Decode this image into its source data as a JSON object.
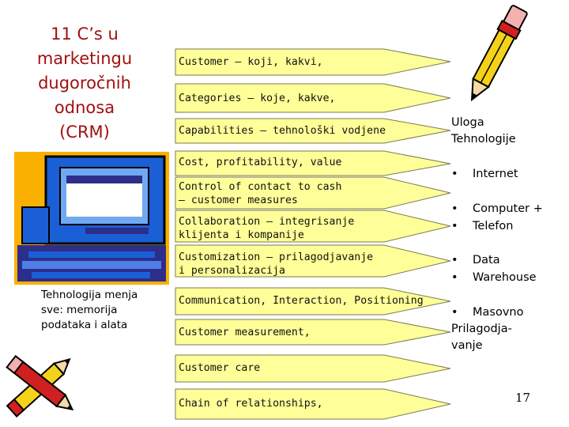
{
  "title_lines": [
    "11 C’s u",
    "marketingu",
    "dugoročnih",
    "odnosa",
    "(CRM)"
  ],
  "subtitle_lines": [
    "Tehnologija menja",
    "sve: memorija",
    "podataka i alata"
  ],
  "arrows": [
    {
      "line1": "Customer – koji, kakvi,",
      "line2": ""
    },
    {
      "line1": "Categories – koje, kakve,",
      "line2": ""
    },
    {
      "line1": "Capabilities – tehnološki vodjene",
      "line2": ""
    },
    {
      "line1": "Cost, profitability, value",
      "line2": ""
    },
    {
      "line1": "Control of contact to cash",
      "line2": "– customer measures"
    },
    {
      "line1": "Collaboration – integrisanje",
      "line2": "klijenta i kompanije"
    },
    {
      "line1": "Customization – prilagodjavanje",
      "line2": "i personalizacija"
    },
    {
      "line1": "Communication, Interaction, Positioning",
      "line2": ""
    },
    {
      "line1": "Customer measurement,",
      "line2": ""
    },
    {
      "line1": "Customer care",
      "line2": ""
    },
    {
      "line1": "Chain of relationships,",
      "line2": ""
    }
  ],
  "right_panel": {
    "heading_lines": [
      "Uloga",
      "Tehnologije"
    ],
    "bullet_char": "•",
    "items": [
      {
        "line1": "Internet",
        "line2": ""
      },
      {
        "line1": "Computer +",
        "line2": "Telefon"
      },
      {
        "line1": "Data",
        "line2": "Warehouse"
      },
      {
        "line1": "Masovno",
        "line2": "Prilagodja-",
        "line3": "vanje"
      }
    ]
  },
  "page_number": "17",
  "colors": {
    "title": "#a11010",
    "arrow_fill": "#ffff99",
    "arrow_stroke": "#7a7a50",
    "computer_bg": "#f9b000",
    "monitor": "#1a5fd6",
    "pencil_yellow": "#f5d21a",
    "pencil_red": "#d02020"
  },
  "icons": [
    "computer-clipart",
    "pencil-clipart",
    "pencils-clipart"
  ]
}
